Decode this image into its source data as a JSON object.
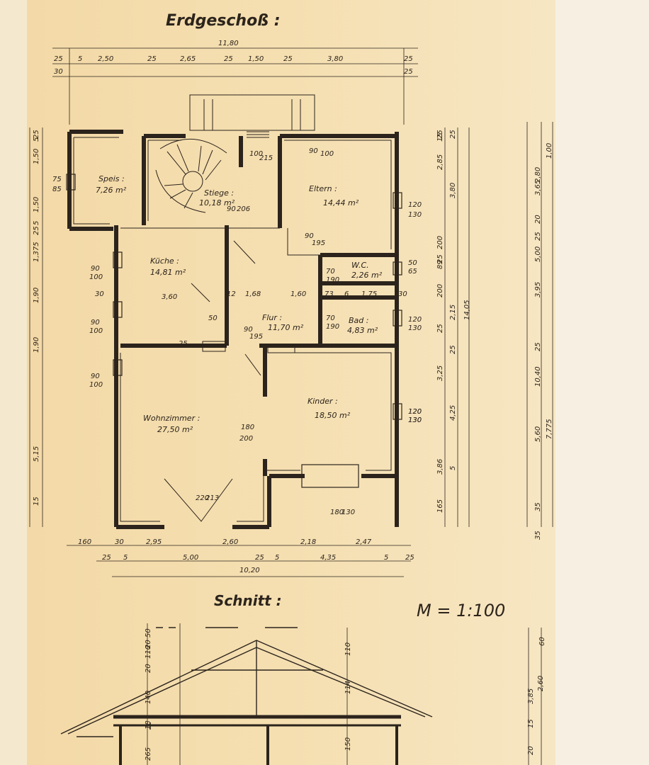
{
  "drawing": {
    "title_floor": "Erdgeschoß :",
    "title_section": "Schnitt :",
    "scale": "M = 1:100"
  },
  "rooms": [
    {
      "name": "Speis :",
      "area": "7,26 m²"
    },
    {
      "name": "Stiege :",
      "area": "10,18 m²"
    },
    {
      "name": "Eltern :",
      "area": "14,44 m²"
    },
    {
      "name": "Küche :",
      "area": "14,81 m²"
    },
    {
      "name": "W.C.",
      "area": "2,26 m²"
    },
    {
      "name": "Flur :",
      "area": "11,70 m²"
    },
    {
      "name": "Bad :",
      "area": "4,83 m²"
    },
    {
      "name": "Wohnzimmer :",
      "area": "27,50 m²"
    },
    {
      "name": "Kinder :",
      "area": "18,50 m²"
    }
  ],
  "dims": {
    "total_top": "11,80",
    "total_bottom": "10,20",
    "top_row": [
      "25",
      "5",
      "2,50",
      "25",
      "2,65",
      "25",
      "1,50",
      "25",
      "3,80",
      "25"
    ],
    "top_row2": [
      "30",
      "25"
    ],
    "bottom_row1": [
      "160",
      "30",
      "2,95",
      "2,60",
      "2,18",
      "2,47"
    ],
    "bottom_row2": [
      "25",
      "5",
      "5,00",
      "25",
      "5",
      "4,35",
      "5",
      "25"
    ],
    "right_col_a": [
      "15",
      "2,85",
      "25",
      "200",
      "25",
      "89",
      "200",
      "25",
      "3,25",
      "3,86",
      "165"
    ],
    "right_col_b": [
      "25",
      "3,80",
      "2,15",
      "4,25",
      "25",
      "5"
    ],
    "right_col_c": [
      "14,05"
    ],
    "right_col_d": [
      "3,65",
      "2,80",
      "20",
      "25",
      "5,00",
      "3,95",
      "25",
      "10,40",
      "5,60",
      "35",
      "35"
    ],
    "right_col_e": [
      "1,00",
      "7,775"
    ],
    "left_col": [
      "25",
      "5",
      "1,50",
      "1,50",
      "5",
      "25",
      "1,375",
      "1,90",
      "1,90",
      "5,15",
      "15"
    ],
    "openings": [
      "75",
      "85",
      "90",
      "100",
      "30",
      "90",
      "100",
      "90",
      "100",
      "120",
      "130",
      "50",
      "65",
      "120",
      "130",
      "120",
      "130",
      "120",
      "130",
      "180",
      "130",
      "220",
      "213",
      "180",
      "200",
      "90",
      "195",
      "70",
      "190",
      "70",
      "190",
      "90",
      "206",
      "100",
      "215",
      "90",
      "100",
      "90",
      "195",
      "73",
      "6",
      "1,75",
      "1,60",
      "12",
      "1,68",
      "3,60",
      "25",
      "50",
      "30"
    ],
    "section_left": [
      "50",
      "20",
      "110",
      "20",
      "140",
      "18",
      "265"
    ],
    "section_center": [
      "110",
      "114",
      "150"
    ],
    "section_right": [
      "60",
      "3,85",
      "2,60",
      "15",
      "20"
    ]
  }
}
